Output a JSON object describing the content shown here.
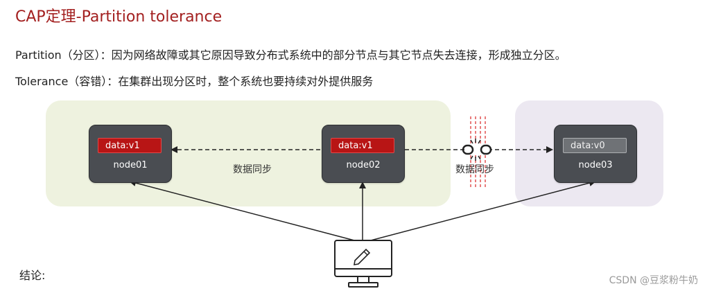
{
  "slide": {
    "title": "CAP定理-Partition tolerance",
    "partition_line": "Partition（分区）：因为网络故障或其它原因导致分布式系统中的部分节点与其它节点失去连接，形成独立分区。",
    "tolerance_line": "Tolerance（容错）：在集群出现分区时，整个系统也要持续对外提供服务",
    "conclusion": "结论:",
    "watermark": "CSDN @豆浆粉牛奶"
  },
  "nodes": [
    {
      "name": "node01",
      "data": "data:v1",
      "status_color": "#b81515"
    },
    {
      "name": "node02",
      "data": "data:v1",
      "status_color": "#b81515"
    },
    {
      "name": "node03",
      "data": "data:v0",
      "status_color": "#6f7276"
    }
  ],
  "links": [
    {
      "label": "数据同步",
      "broken": false
    },
    {
      "label": "数据同步",
      "broken": true
    }
  ],
  "icons": {
    "client": "computer-monitor-icon",
    "broken_link": "broken-chain-icon"
  },
  "colors": {
    "title": "#a32020",
    "zone_green": "#eef2df",
    "zone_purple": "#ece8f1",
    "node_bg": "#4a4d52",
    "partition_line": "#e05050"
  }
}
